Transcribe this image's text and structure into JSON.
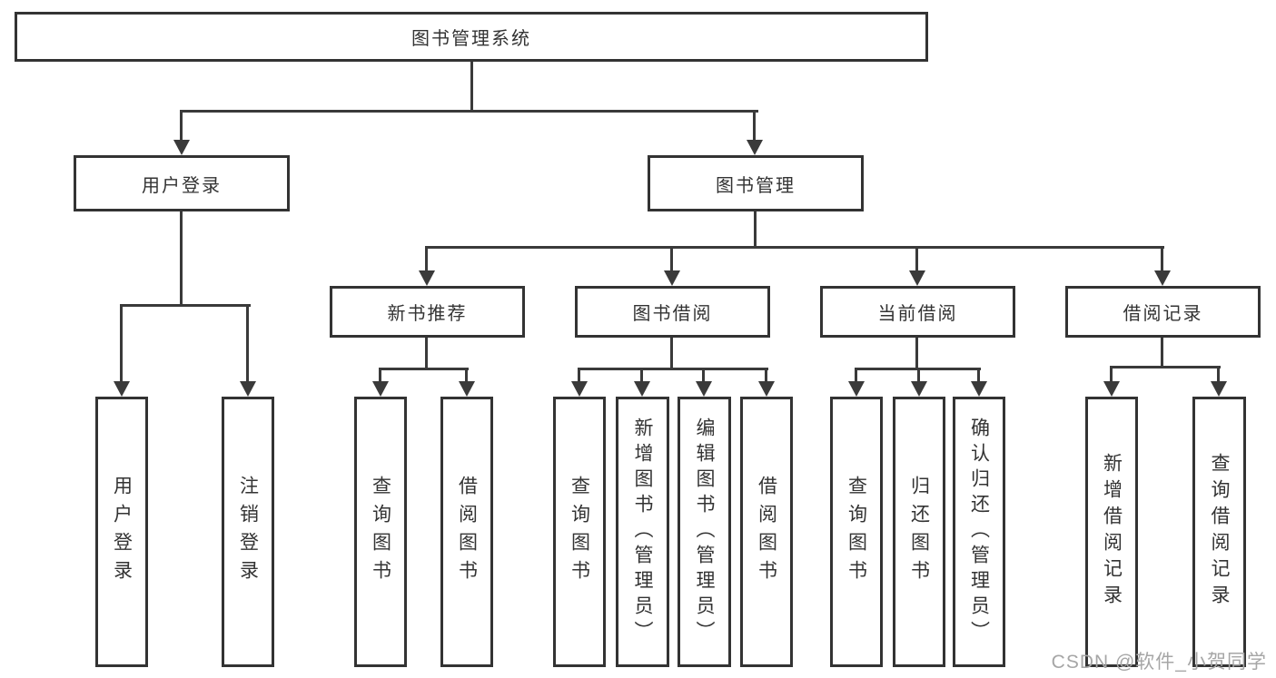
{
  "diagram": {
    "root": "图书管理系统",
    "level2": [
      {
        "label": "用户登录",
        "children": [
          "用户登录",
          "注销登录"
        ]
      },
      {
        "label": "图书管理",
        "groups": [
          {
            "label": "新书推荐",
            "children": [
              "查询图书",
              "借阅图书"
            ]
          },
          {
            "label": "图书借阅",
            "children": [
              "查询图书",
              "新增图书（管理员）",
              "编辑图书（管理员）",
              "借阅图书"
            ]
          },
          {
            "label": "当前借阅",
            "children": [
              "查询图书",
              "归还图书",
              "确认归还（管理员）"
            ]
          },
          {
            "label": "借阅记录",
            "children": [
              "新增借阅记录",
              "查询借阅记录"
            ]
          }
        ]
      }
    ]
  },
  "watermark": "CSDN @软件_小贺同学",
  "colors": {
    "line": "#3a3a3a",
    "box_border": "#333333",
    "text": "#333333",
    "watermark": "#a6a6a6",
    "background": "#ffffff"
  }
}
